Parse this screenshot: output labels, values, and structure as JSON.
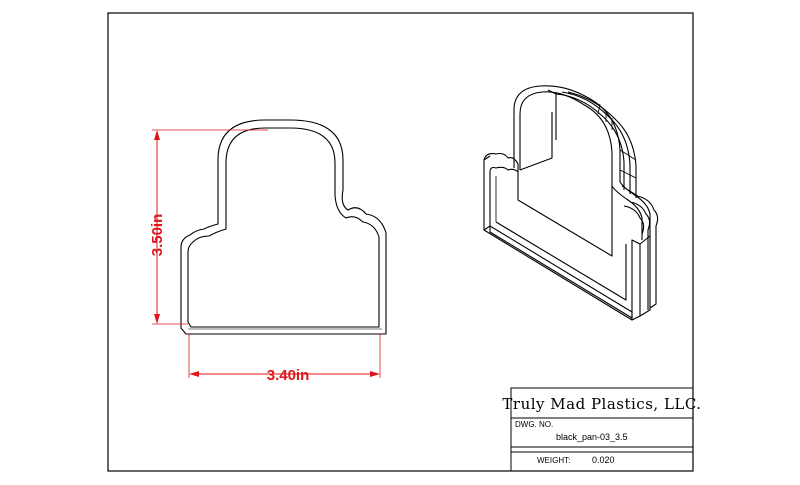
{
  "drawing": {
    "dimensions": {
      "height": "3.50in",
      "width": "3.40in"
    },
    "title_block": {
      "company": "Truly Mad Plastics, LLC.",
      "dwg_no_label": "DWG.  NO.",
      "dwg_no": "black_pan-03_3.5",
      "weight_label": "WEIGHT:",
      "weight": "0.020"
    },
    "colors": {
      "dimension": "#e0151b",
      "line": "#000000"
    }
  }
}
